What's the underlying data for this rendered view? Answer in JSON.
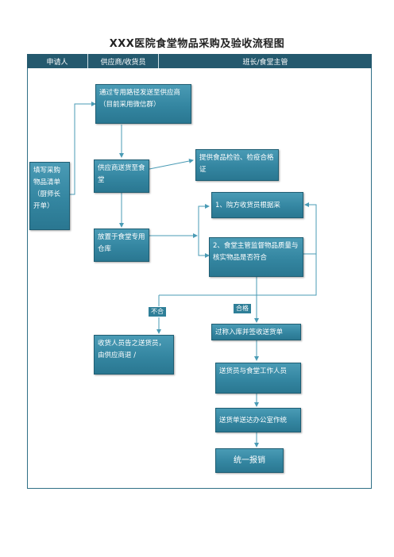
{
  "title": "XXX医院食堂物品采购及验收流程图",
  "columns": [
    "申请人",
    "供应商/收货员",
    "班长/食堂主管"
  ],
  "boxes": {
    "fill_order": "填写采购物品清单（厨师长开单）",
    "send_supplier": "通过专用路径发送至供应商（目前采用微信群）",
    "supplier_deliver": "供应商送货至食堂",
    "provide_cert": "提供食品检验、检疫合格证",
    "receiver_check": "1、院方收货员根据采",
    "supervisor_check": "2、食堂主管监督物品质量与核实物品是否符合",
    "store": "放置于食堂专用仓库",
    "return_goods": "收货人员告之送货员，由供应商退 /",
    "weigh_sign": "过称入库并签收送货单",
    "to_staff": "送货员与食堂工作人员",
    "to_office": "送货单送达办公室作统",
    "settle": "统一报销"
  },
  "labels": {
    "fail": "不合",
    "pass": "合格"
  },
  "colors": {
    "header": "#24596e",
    "box": "#3486a1",
    "line": "#4a9bb5"
  }
}
